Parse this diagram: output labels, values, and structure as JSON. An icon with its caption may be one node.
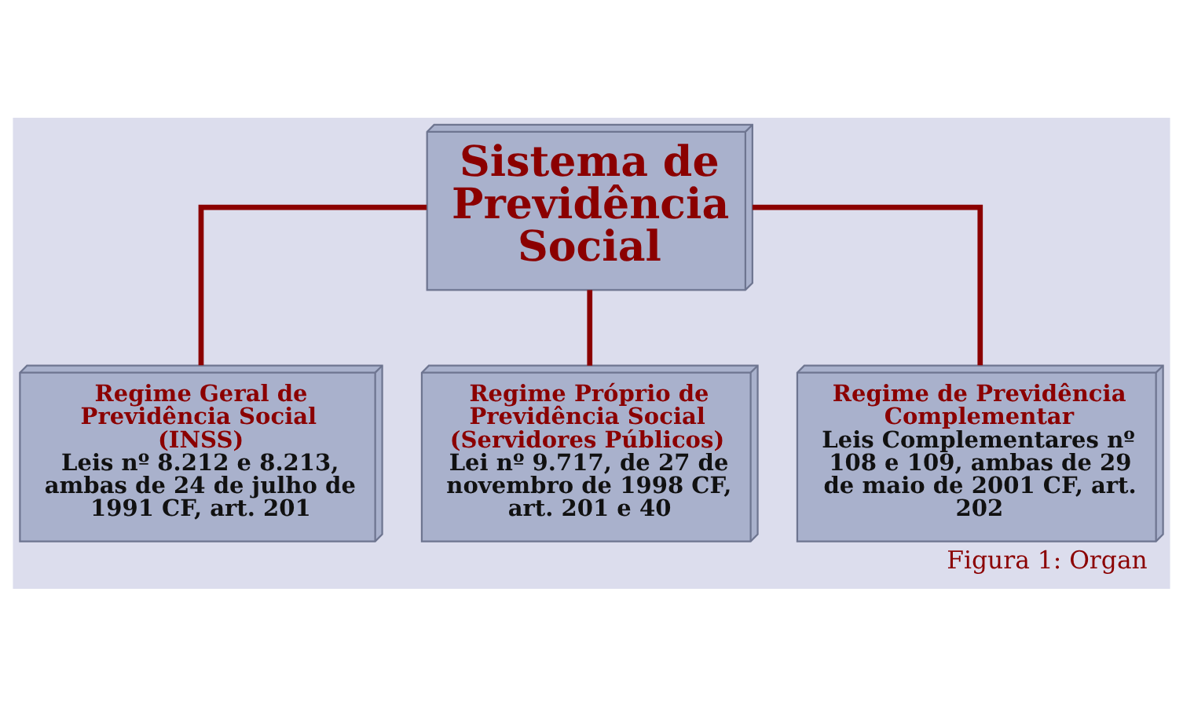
{
  "diagram": {
    "caption": "Figura 1: Organ",
    "nodes": [
      {
        "text": [
          "Sistema de Previdência Social"
        ]
      },
      {
        "text": [
          "Regime Geral de Previdência Social (INSS)",
          "Leis nº 8.212 e 8.213, ambas de 24 de julho de 1991 CF, art. 201"
        ]
      },
      {
        "text": [
          "Regime Próprio de Previdência Social (Servidores Públicos)",
          "Lei nº 9.717, de 27 de novembro de 1998 CF, art. 201 e 40"
        ]
      },
      {
        "text": [
          "Regime de Previdência Complementar",
          "Leis Complementares nº 108 e 109, ambas de 29 de maio de 2001 CF, art. 202"
        ]
      }
    ],
    "edges": [
      {
        "from": 0,
        "to": 1,
        "arrow": "none",
        "color": "#8b0000"
      },
      {
        "from": 0,
        "to": 2,
        "arrow": "none",
        "color": "#8b0000"
      },
      {
        "from": 0,
        "to": 3,
        "arrow": "none",
        "color": "#8b0000"
      }
    ]
  }
}
